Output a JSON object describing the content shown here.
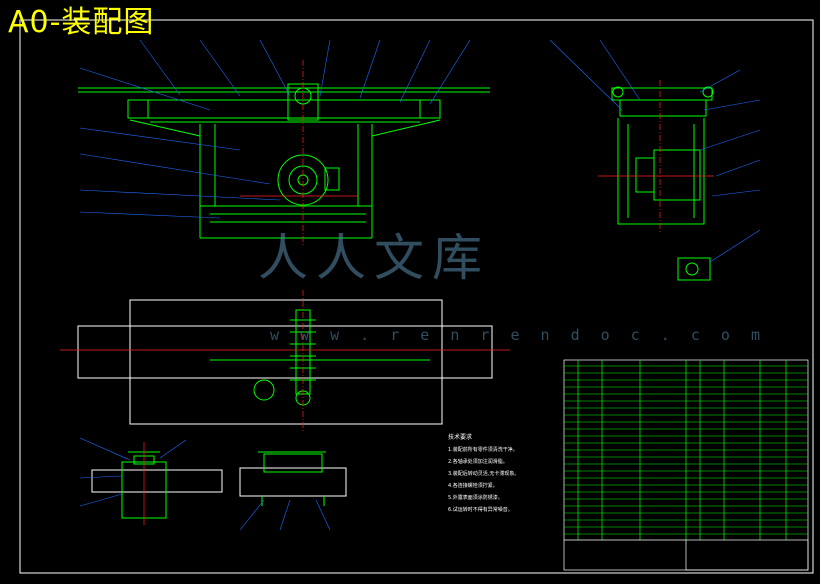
{
  "drawing": {
    "title": "A0-装配图",
    "watermark_cn": "人人文库",
    "watermark_url": "w w w . r e n r e n d o c . c o m",
    "colors": {
      "background": "#000000",
      "frame": "#ffffff",
      "structure": "#00ff00",
      "leaders": "#1e6bff",
      "centerline": "#ff2020",
      "title_text": "#ffff00",
      "watermark": "#5a8caf"
    },
    "tech_notes_title": "技术要求",
    "tech_notes": [
      "1.装配前所有零件须清洗干净。",
      "2.各轴承处须加注润滑脂。",
      "3.装配后转动灵活,无卡滞现象。",
      "4.各连接螺栓须拧紧。",
      "5.外露表面须涂防锈漆。",
      "6.试运转时不得有异常噪音。"
    ]
  }
}
